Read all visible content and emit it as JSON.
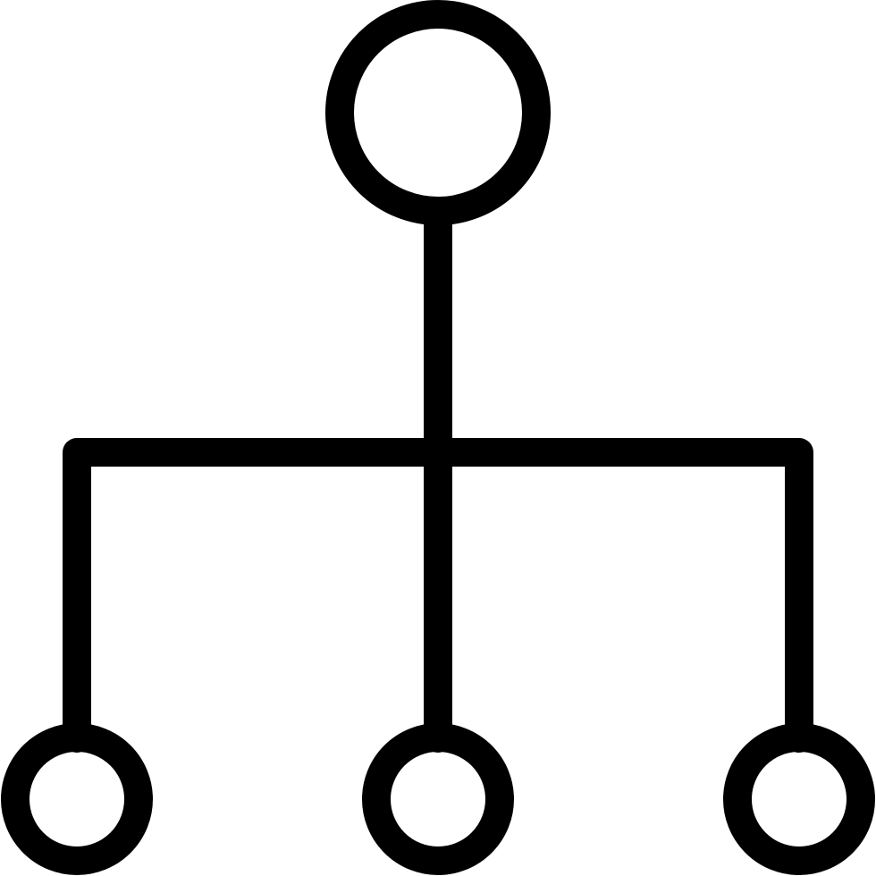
{
  "icon": {
    "name": "hierarchy-icon",
    "stroke_color": "#000000",
    "background_color": "#ffffff",
    "nodes": {
      "root": "root-node",
      "children": [
        "child-node-left",
        "child-node-center",
        "child-node-right"
      ]
    }
  }
}
